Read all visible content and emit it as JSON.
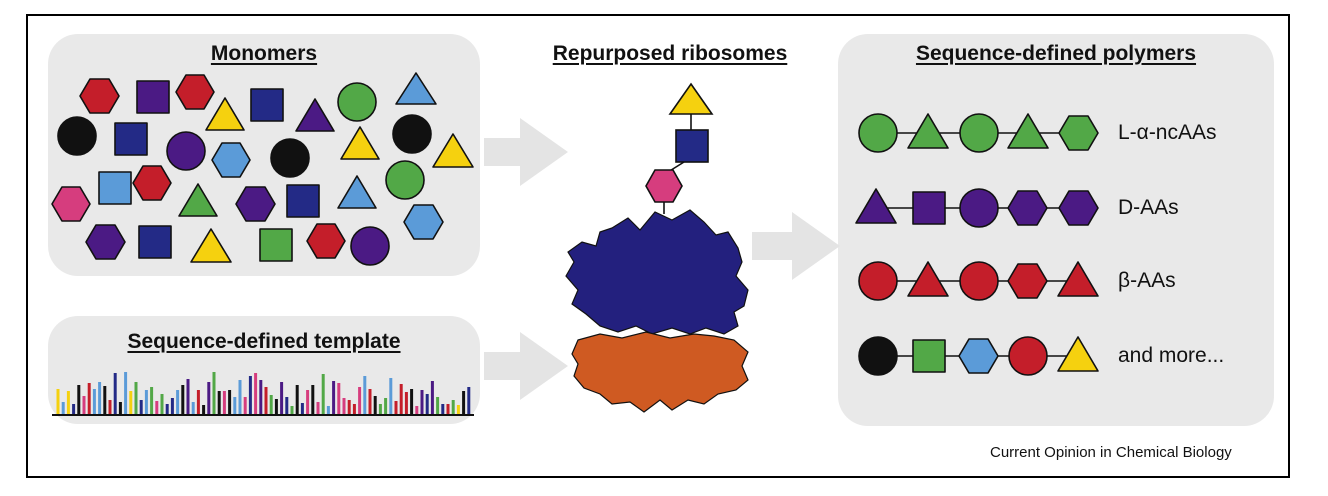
{
  "panels": {
    "monomers": {
      "title": "Monomers"
    },
    "template": {
      "title": "Sequence-defined template"
    },
    "ribosomes": {
      "title": "Repurposed ribosomes"
    },
    "polymers": {
      "title": "Sequence-defined polymers",
      "rows": [
        {
          "label": "L-α-ncAAs"
        },
        {
          "label": "D-AAs"
        },
        {
          "label": "β-AAs"
        },
        {
          "label": "and more..."
        }
      ]
    }
  },
  "credit": "Current Opinion in Chemical Biology",
  "colors": {
    "red": "#c41e2a",
    "purple": "#4b1a84",
    "green": "#52a847",
    "yellow": "#f5d10f",
    "black": "#111111",
    "navy": "#232a86",
    "light_blue": "#5b9bd8",
    "pink": "#d63d7e",
    "ribosome_large": "#23207e",
    "ribosome_small": "#cf5a22",
    "arrow": "#e4e4e4"
  }
}
